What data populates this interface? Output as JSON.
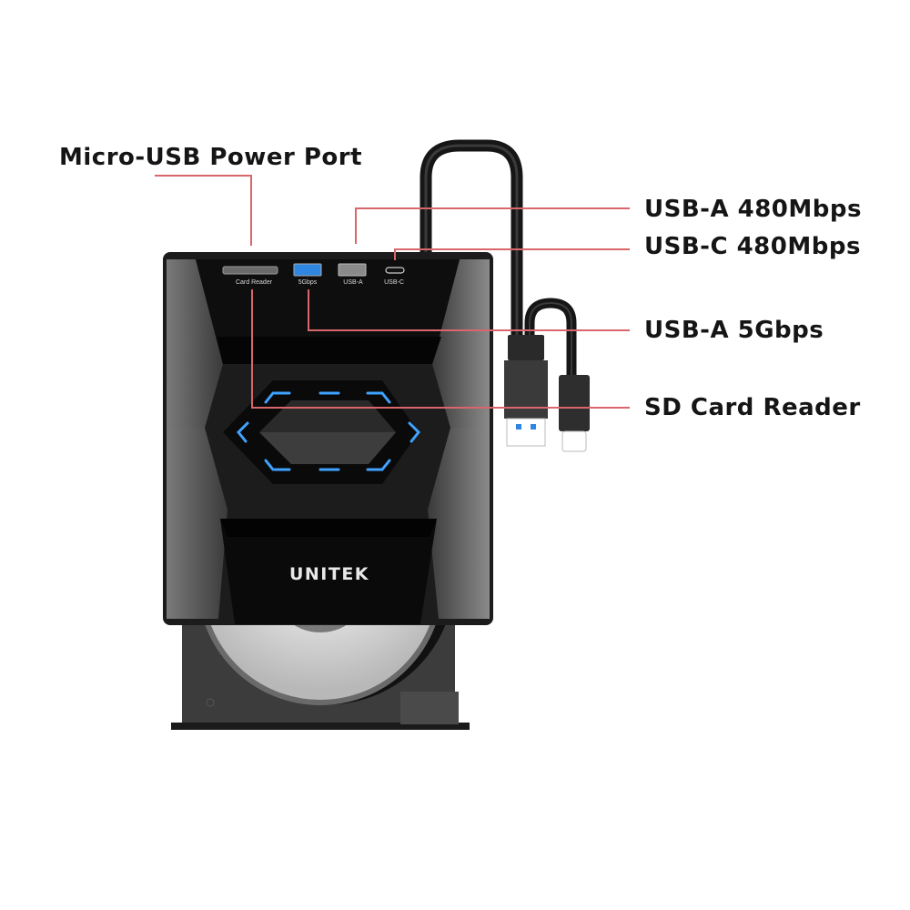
{
  "brand": {
    "logo_text": "UNITEK"
  },
  "callouts": [
    {
      "id": "micro-usb",
      "label": "Micro-USB Power Port"
    },
    {
      "id": "usb-a-480",
      "label": "USB-A 480Mbps"
    },
    {
      "id": "usb-c-480",
      "label": "USB-C 480Mbps"
    },
    {
      "id": "usb-a-5g",
      "label": "USB-A 5Gbps"
    },
    {
      "id": "sd-card",
      "label": "SD Card Reader"
    }
  ],
  "ports": [
    {
      "label": "Card Reader"
    },
    {
      "label": "5Gbps"
    },
    {
      "label": "USB-A"
    },
    {
      "label": "USB-C"
    }
  ],
  "colors": {
    "callout_line": "#d9666a",
    "led_blue": "#3fa3ff",
    "body": "#1c1c1c",
    "usb3_blue": "#2f86e0"
  }
}
